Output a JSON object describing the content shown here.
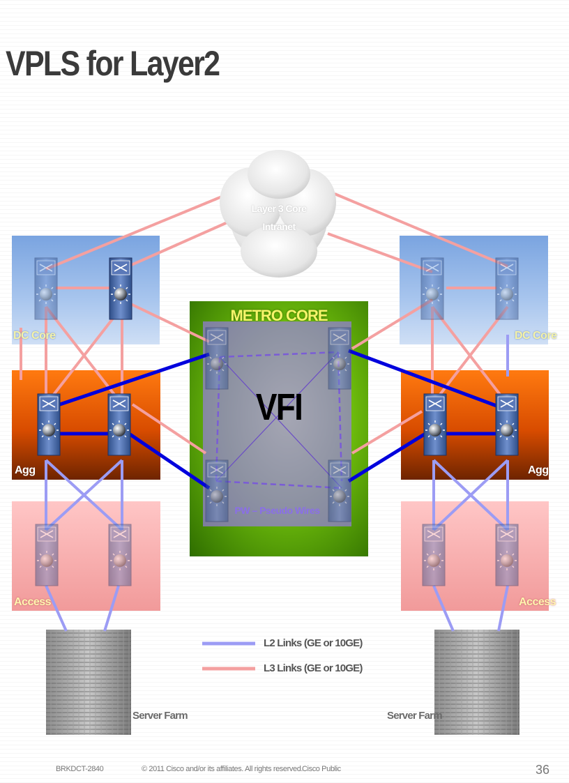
{
  "slide": {
    "title": "VPLS for Layer2"
  },
  "cloud": {
    "line1": "Layer 3 Core",
    "line2": "Intranet"
  },
  "metro": {
    "title": "METRO CORE",
    "vfi": "VFI",
    "pw": "PW – Pseudo Wires"
  },
  "left": {
    "core_label": "DC Core",
    "agg_label": "Agg",
    "access_label": "Access",
    "farm_label": "Server Farm"
  },
  "right": {
    "core_label": "DC Core",
    "agg_label": "Agg",
    "access_label": "Access",
    "farm_label": "Server Farm"
  },
  "legend": {
    "l2": "L2 Links (GE or 10GE)",
    "l3": "L3 Links (GE or 10GE)"
  },
  "colors": {
    "l2_link": "#9c9cf4",
    "l3_link": "#f4a0a0",
    "strong_link": "#0000dd",
    "pw_link": "#7a5cd6"
  },
  "footer": {
    "session": "BRKDCT-2840",
    "copyright": "© 2011 Cisco and/or its affiliates. All rights reserved.",
    "classification": "Cisco Public",
    "page": "36"
  }
}
